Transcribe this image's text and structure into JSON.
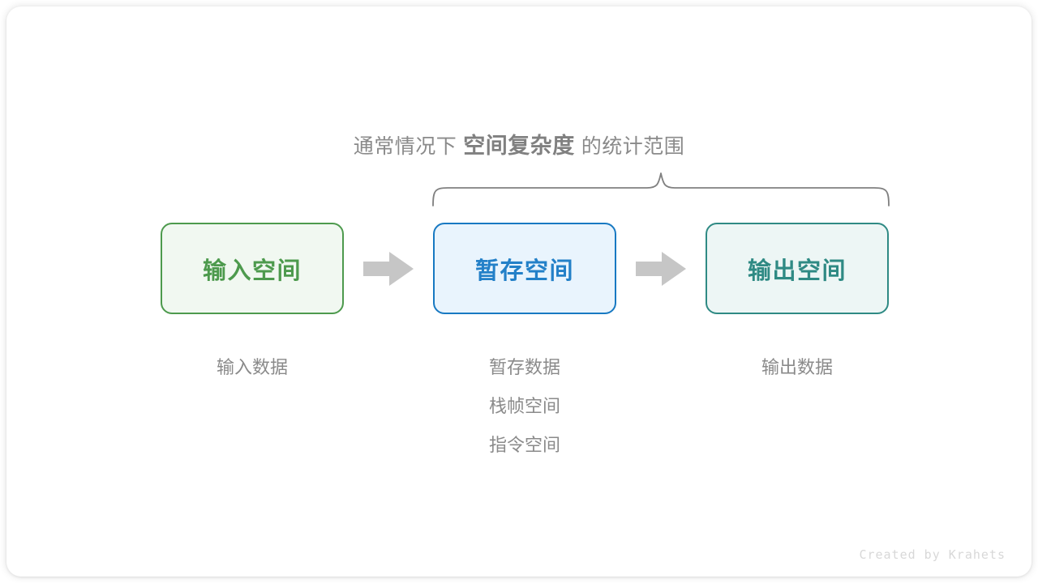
{
  "canvas": {
    "background": "#ffffff",
    "card_background": "#ffffff"
  },
  "headline": {
    "prefix": "通常情况下",
    "emphasis": "空间复杂度",
    "suffix": "的统计范围",
    "color": "#8a8a8a"
  },
  "brace": {
    "name": "scope-brace",
    "color": "#808080",
    "spans_boxes": [
      "box-temp",
      "box-output"
    ]
  },
  "boxes": [
    {
      "id": "input",
      "label": "输入空间",
      "border_color": "#4d9a4d",
      "fill_color": "#f1f8f1",
      "text_color": "#4d9a4d"
    },
    {
      "id": "temp",
      "label": "暂存空间",
      "border_color": "#1879c2",
      "fill_color": "#e9f4fd",
      "text_color": "#2380c8"
    },
    {
      "id": "output",
      "label": "输出空间",
      "border_color": "#2f8a84",
      "fill_color": "#edf6f5",
      "text_color": "#2f8a84"
    }
  ],
  "arrows": [
    {
      "id": "arrow-1",
      "color": "#c6c6c6",
      "direction": "right"
    },
    {
      "id": "arrow-2",
      "color": "#c6c6c6",
      "direction": "right"
    }
  ],
  "captions": {
    "input": [
      "输入数据"
    ],
    "temp": [
      "暂存数据",
      "栈帧空间",
      "指令空间"
    ],
    "output": [
      "输出数据"
    ],
    "color": "#8a8a8a"
  },
  "watermark": {
    "text": "Created by Krahets",
    "color": "#d8d8d8"
  }
}
